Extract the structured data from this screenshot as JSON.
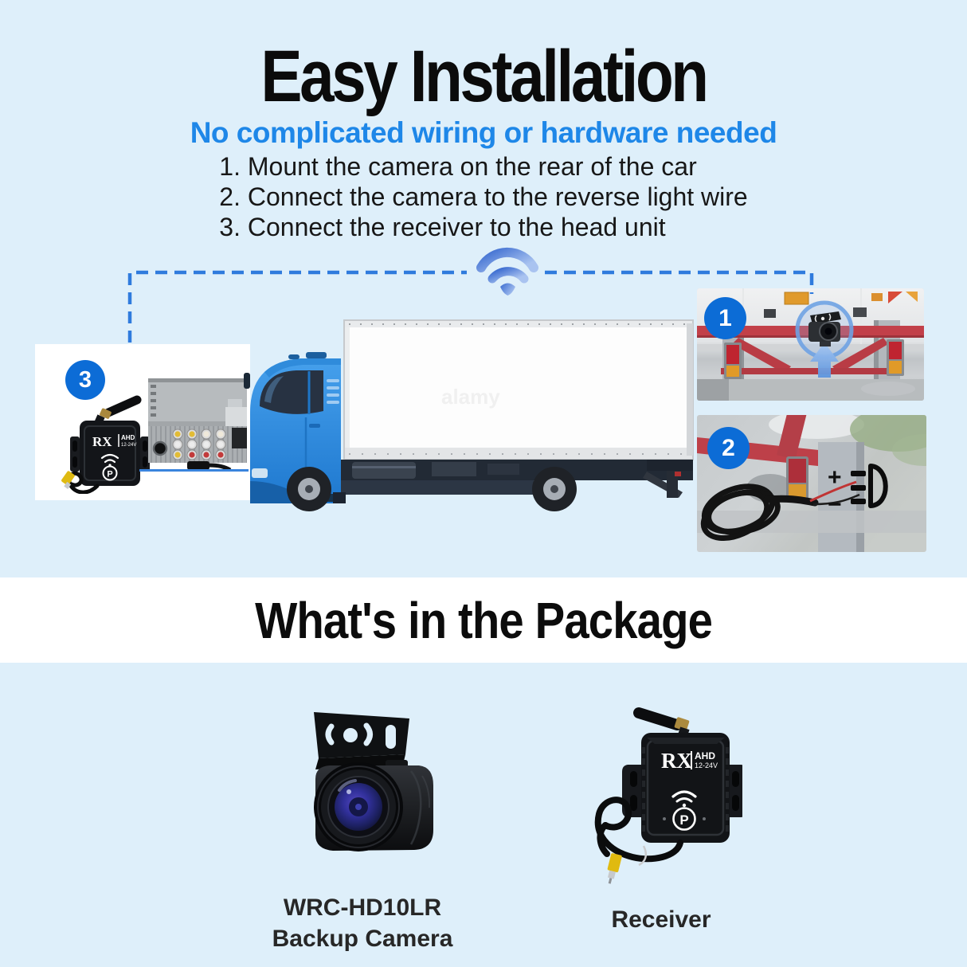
{
  "colors": {
    "background": "#deeffa",
    "accent_blue": "#1e87e8",
    "badge_blue": "#0c6cd6",
    "dash_blue": "#2f7bdd",
    "truck_blue": "#2f8fe3"
  },
  "header": {
    "title": "Easy Installation",
    "subtitle": "No complicated wiring or hardware needed",
    "steps": [
      "1. Mount the camera on the rear of the car",
      "2. Connect the camera to the reverse light wire",
      "3. Connect the receiver to the head unit"
    ]
  },
  "diagram": {
    "badge_camera": "1",
    "badge_wiring": "2",
    "badge_receiver": "3",
    "wiring_plus": "+",
    "wiring_minus": "−",
    "watermark": "alamy"
  },
  "device": {
    "rx": "RX",
    "ahd": "AHD",
    "volt": "12-24V",
    "pair_button": "P"
  },
  "package": {
    "heading": "What's in the Package",
    "camera_name": "WRC-HD10LR",
    "camera_desc": "Backup Camera",
    "receiver_label": "Receiver"
  }
}
